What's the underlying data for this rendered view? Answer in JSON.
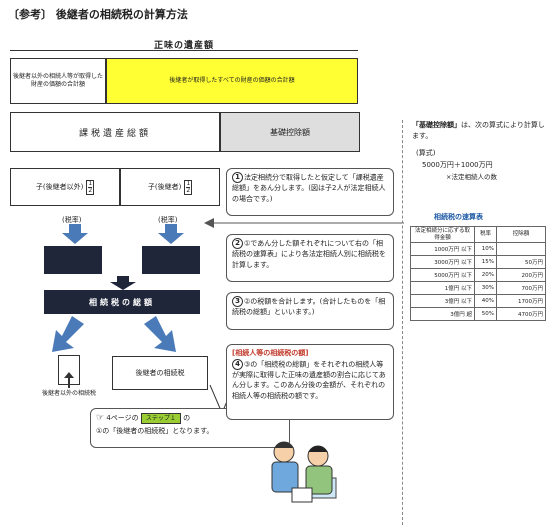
{
  "header": {
    "title": "〔参考〕 後継者の相続税の計算方法"
  },
  "estate": {
    "label": "正味の遺産額",
    "left_cell": "後継者以外の相続人等が取得した財産の価額の合計額",
    "right_cell": "後継者が取得したすべての財産の価額の合計額",
    "total_label": "課税遺産総額",
    "deduction_label": "基礎控除額"
  },
  "split": {
    "other_label": "子(後継者以外)",
    "heir_label": "子(後継者)",
    "frac_num": "1",
    "frac_den": "2"
  },
  "tax_labels": {
    "left": "(税率)",
    "right": "(税率)"
  },
  "total_tax": {
    "label": "相続税の総額"
  },
  "results": {
    "other_tax": "後継者以外の相続税",
    "heir_tax": "後継者の相続税"
  },
  "steps": [
    {
      "num": "1",
      "text": "法定相続分で取得したと仮定して「課税遺産総額」をあん分します。(図は子2人が法定相続人の場合です。)"
    },
    {
      "num": "2",
      "text": "①であん分した額それぞれについて右の「相続税の速算表」により各法定相続人別に相続税を計算します。"
    },
    {
      "num": "3",
      "text": "②の税額を合計します。(合計したものを「相続税の総額」といいます。)"
    },
    {
      "heading": "[相続人等の相続税の額]",
      "num": "4",
      "text": "③の「相続税の総額」をそれぞれの相続人等が実際に取得した正味の遺産額の割合に応じてあん分します。このあん分後の金額が、それぞれの相続人等の相続税の額です。"
    }
  ],
  "note": {
    "pre": "4ページの",
    "step_badge": "ステップ１",
    "post_a": "の",
    "post_b": "の「後継者の相続税」となります。",
    "circle": "①"
  },
  "deduction_box": {
    "title": "「基礎控除額」",
    "title_tail": "は、次の算式により計算します。",
    "formula_label": "(算式)",
    "formula": "5000万円＋1000万円",
    "formula_tail": "×法定相続人の数"
  },
  "rate_table": {
    "title": "相続税の速算表",
    "headers": [
      "法定相続分に応ずる取得金額",
      "税率",
      "控除額"
    ],
    "rows": [
      [
        "1000万円 以下",
        "10%",
        ""
      ],
      [
        "3000万円 以下",
        "15%",
        "50万円"
      ],
      [
        "5000万円 以下",
        "20%",
        "200万円"
      ],
      [
        "1億円 以下",
        "30%",
        "700万円"
      ],
      [
        "3億円 以下",
        "40%",
        "1700万円"
      ],
      [
        "3億円 超",
        "50%",
        "4700万円"
      ]
    ]
  },
  "colors": {
    "highlight": "#ffff33",
    "dark": "#20263a",
    "arrow": "#4a7ab8",
    "badge": "#9acd32",
    "table_title": "#1f5aa6"
  }
}
